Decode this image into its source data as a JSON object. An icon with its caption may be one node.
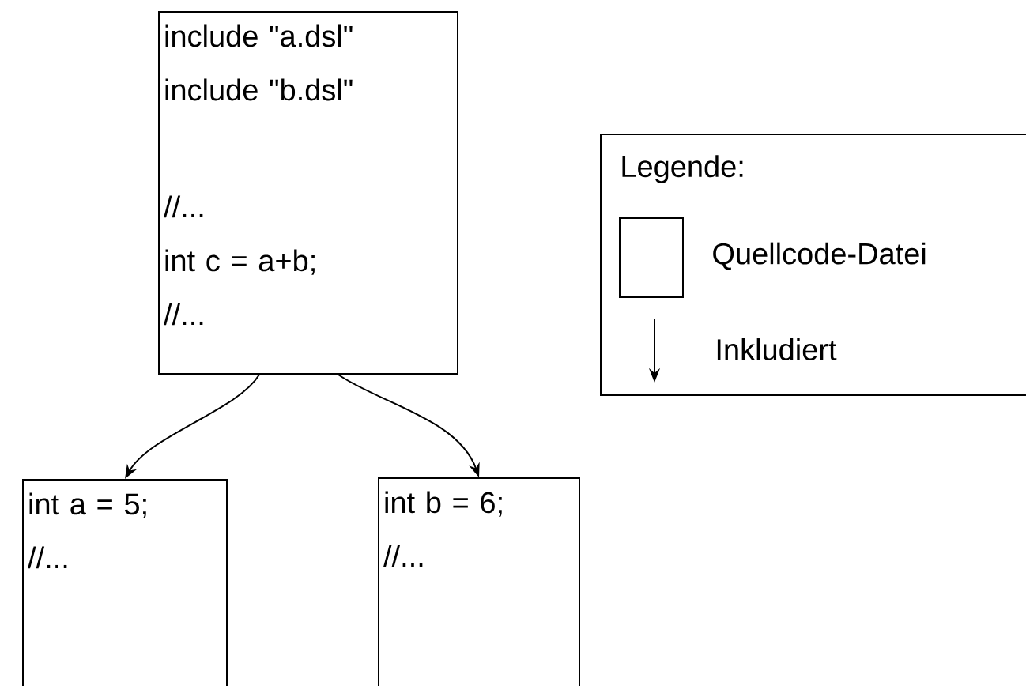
{
  "diagram": {
    "nodes": [
      {
        "text": [
          "include \"a.dsl\"",
          "include \"b.dsl\"",
          "//...",
          "int c = a+b;",
          "//..."
        ]
      },
      {
        "text": [
          "int a = 5;",
          "//..."
        ]
      },
      {
        "text": [
          "int b = 6;",
          "//..."
        ]
      }
    ],
    "edges": [
      {
        "from": 0,
        "to": 1,
        "arrow": "to"
      },
      {
        "from": 0,
        "to": 2,
        "arrow": "to"
      }
    ],
    "labels": [
      "Legende:"
    ],
    "legend": [
      {
        "text": "Quellcode-Datei"
      },
      {
        "text": "Inkludiert"
      }
    ]
  }
}
